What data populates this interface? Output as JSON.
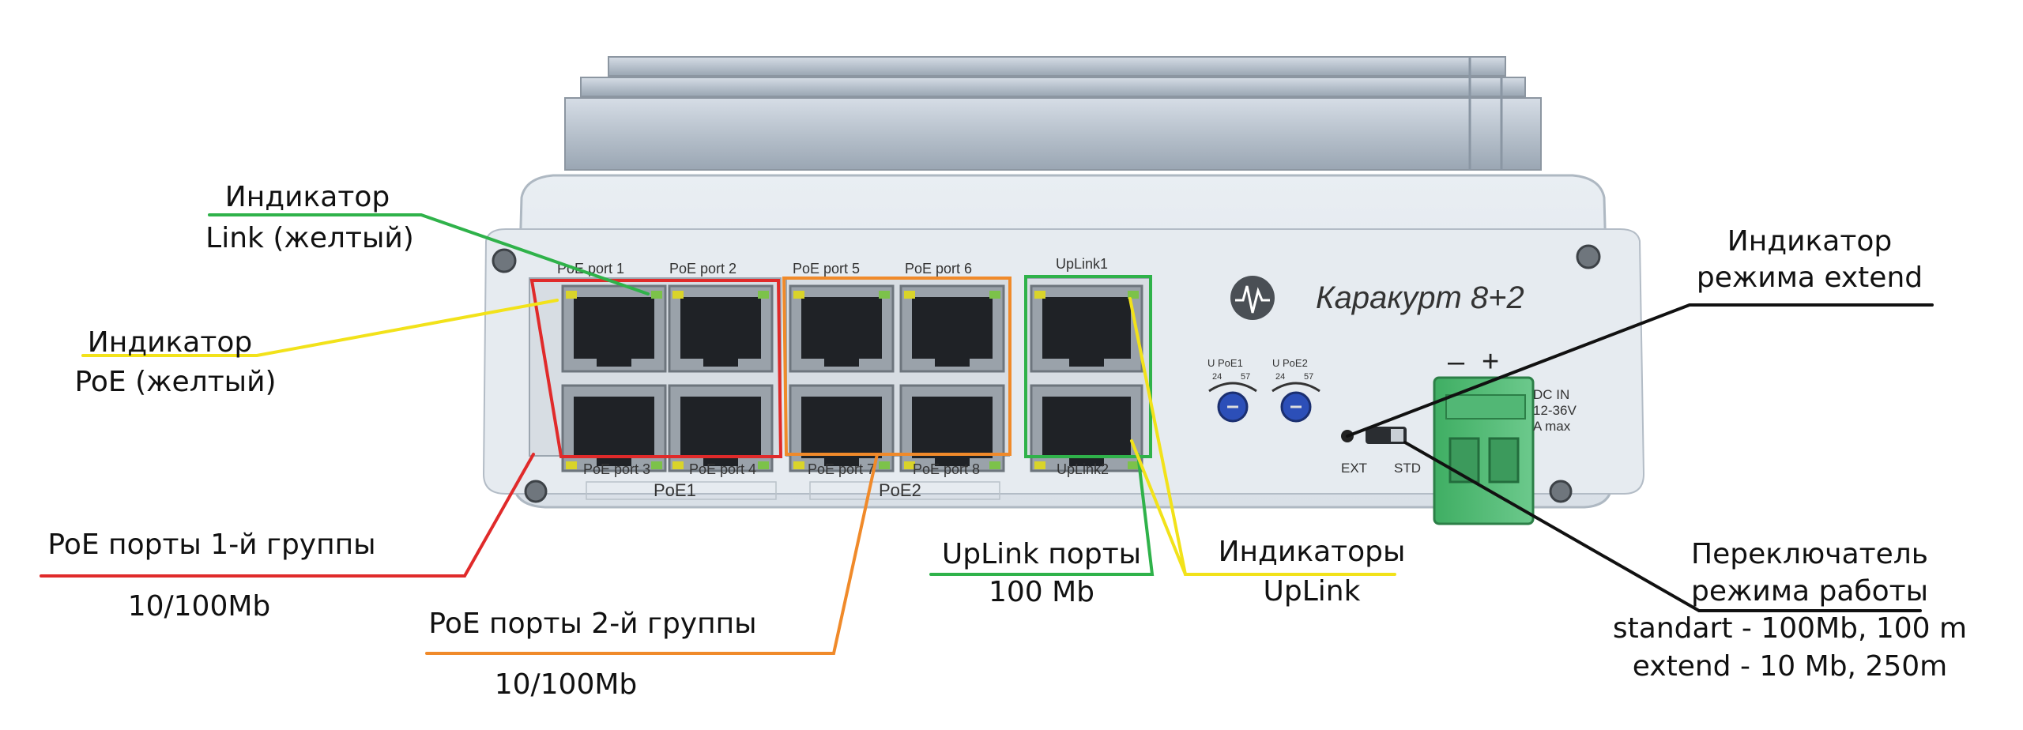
{
  "device": {
    "brand": "Каракурт 8+2",
    "port_labels": {
      "p1": "PoE port 1",
      "p2": "PoE port 2",
      "p3": "PoE port 3",
      "p4": "PoE port 4",
      "p5": "PoE port 5",
      "p6": "PoE port 6",
      "p7": "PoE port 7",
      "p8": "PoE port 8",
      "uplink1": "UpLink1",
      "uplink2": "UpLink2"
    },
    "group1": "PoE1",
    "group2": "PoE2",
    "upoe1": "U PoE1",
    "upoe2": "U PoE2",
    "pot_scale_low": "24",
    "pot_scale_high": "57",
    "switch_ext": "EXT",
    "switch_std": "STD",
    "power_minus": "–",
    "power_plus": "+",
    "dc_in_1": "DC IN",
    "dc_in_2": "12-36V",
    "dc_in_3": "A max"
  },
  "labels": {
    "link_line1": "Индикатор",
    "link_line2": "Link (желтый)",
    "poe_ind_line1": "Индикатор",
    "poe_ind_line2": "PoE (желтый)",
    "group1_line1": "PoE порты 1-й группы",
    "group1_line2": "10/100Mb",
    "group2_line1": "PoE порты 2-й группы",
    "group2_line2": "10/100Mb",
    "uplink_ports_line1": "UpLink порты",
    "uplink_ports_line2": "100 Mb",
    "uplink_ind_line1": "Индикаторы",
    "uplink_ind_line2": "UpLink",
    "extend_line1": "Индикатор",
    "extend_line2": "режима extend",
    "switch_line1": "Переключатель",
    "switch_line2": "режима работы",
    "switch_line3": "standart - 100Mb, 100 m",
    "switch_line4": "extend - 10 Mb, 250m"
  },
  "colors": {
    "link": "#2fb24a",
    "poe": "#f2e21a",
    "group1": "#e02a2a",
    "group2": "#f08a2a",
    "uplink": "#2fb24a",
    "black": "#111111"
  }
}
